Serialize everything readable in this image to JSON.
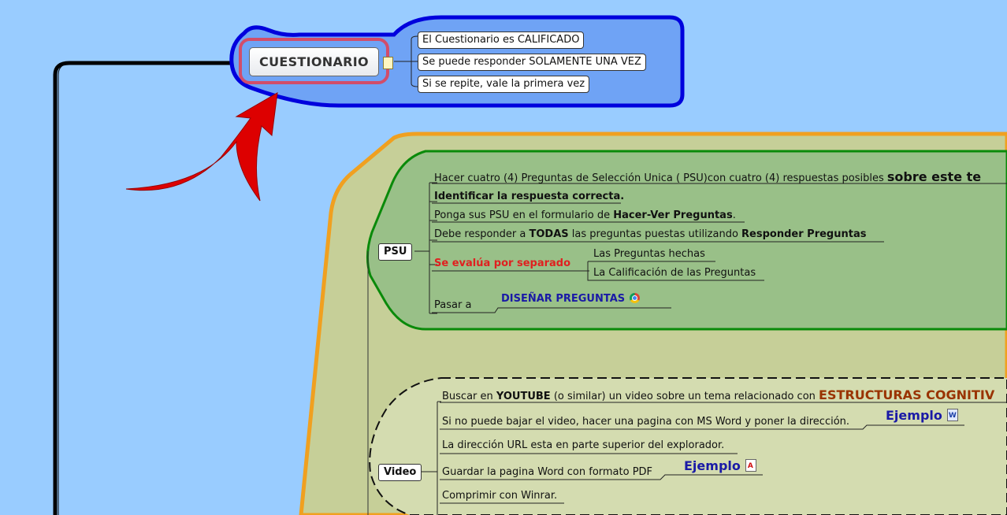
{
  "root": {
    "label": "CUESTIONARIO"
  },
  "root_notes": [
    "El Cuestionario es CALIFICADO",
    "Se puede responder SOLAMENTE UNA VEZ",
    "Si se repite, vale la primera vez"
  ],
  "psu": {
    "tag": "PSU",
    "line1": {
      "text": "Hacer cuatro (4) Preguntas de Selección Unica ( PSU)con cuatro (4) respuestas posibles ",
      "bold": "sobre este te"
    },
    "line2": "Identificar la respuesta correcta.",
    "line3": {
      "pre": "Ponga sus PSU en el formulario de ",
      "bold": "Hacer-Ver Preguntas",
      "post": "."
    },
    "line4": {
      "pre": "Debe responder a ",
      "bold1": "TODAS",
      "mid": " las  preguntas puestas utilizando ",
      "bold2": "Responder Preguntas"
    },
    "separado": {
      "label": "Se evalúa por separado",
      "items": [
        "Las Preguntas hechas",
        "La Calificación de las Preguntas"
      ]
    },
    "pasar": {
      "label": "Pasar a",
      "link": "DISEÑAR PREGUNTAS"
    }
  },
  "video": {
    "tag": "Video",
    "line1": {
      "pre": "Buscar en ",
      "bold": "YOUTUBE",
      "mid": " (o similar) un video sobre un tema relacionado con ",
      "accent": "ESTRUCTURAS COGNITIV"
    },
    "line2": {
      "text": "Si no puede bajar el video, hacer una pagina con MS Word y poner la dirección.",
      "link": "Ejemplo"
    },
    "line3": "La dirección URL esta en parte superior del explorador.",
    "line4": {
      "text": "Guardar la pagina Word con formato PDF",
      "link": "Ejemplo"
    },
    "line5": "Comprimir con Winrar."
  },
  "icons": [
    "note-icon",
    "chrome-icon",
    "word-doc-icon",
    "pdf-doc-icon"
  ],
  "colors": {
    "background": "#99ccff",
    "root_border": "#0000dd",
    "root_fill": "#6fa3f5",
    "root_highlight": "#d24d6a",
    "arrow": "#dd0000",
    "outer_border": "#f0a020",
    "outer_fill": "#c6cf98",
    "psu_border": "#0a8a0a",
    "psu_fill": "#99c088",
    "video_fill": "#d4dcb0"
  }
}
